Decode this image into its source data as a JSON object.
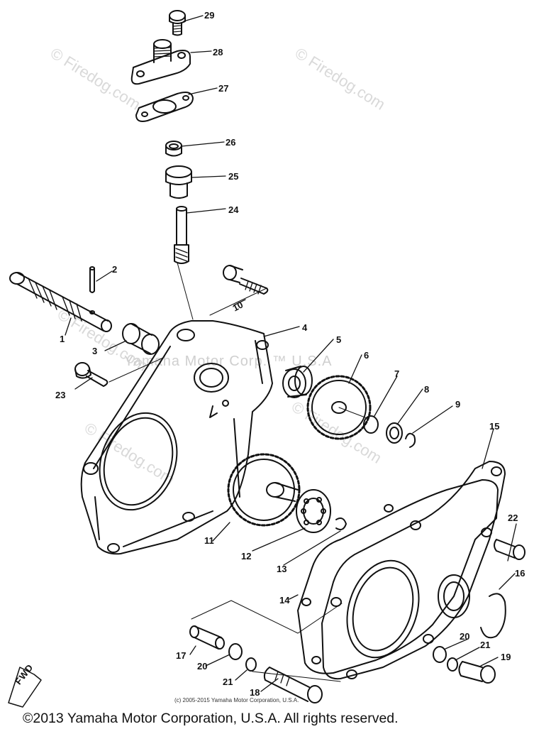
{
  "watermarks": {
    "site": "© Firedog.com",
    "brand": "Yamaha Motor Corp. ™ U.S.A"
  },
  "callouts": [
    "1",
    "2",
    "3",
    "4",
    "5",
    "6",
    "7",
    "8",
    "9",
    "10",
    "11",
    "12",
    "13",
    "14",
    "15",
    "16",
    "17",
    "18",
    "19",
    "20",
    "21",
    "22",
    "23",
    "24",
    "25",
    "26",
    "27",
    "28",
    "29",
    "20",
    "21"
  ],
  "fwd_label": "FWD",
  "small_copyright": "(c) 2005-2015 Yamaha Motor Corporation, U.S.A.",
  "copyright": "©2013 Yamaha Motor Corporation, U.S.A. All rights reserved.",
  "colors": {
    "line": "#111111",
    "watermark": "#d9d9d9",
    "background": "#ffffff"
  }
}
